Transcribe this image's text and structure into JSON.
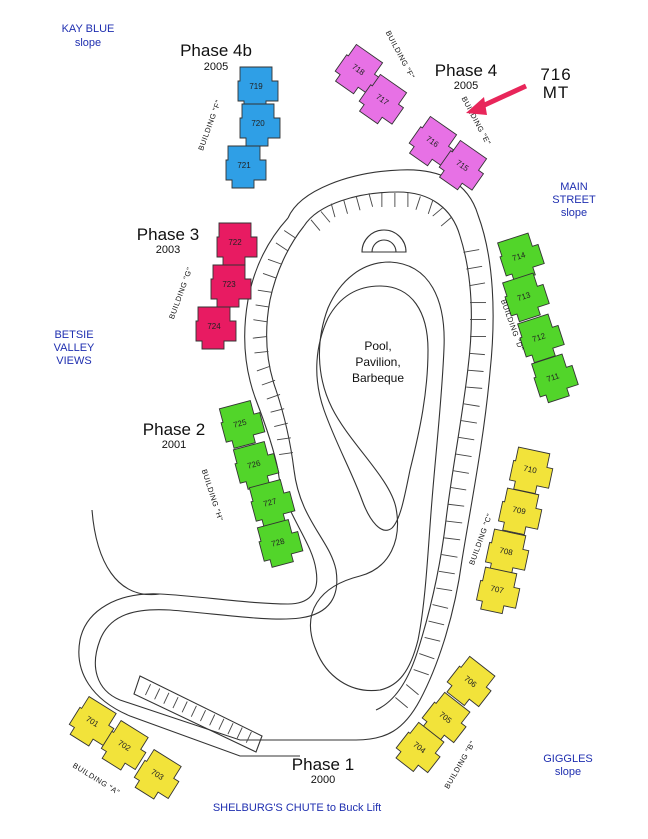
{
  "slopes": [
    {
      "id": "kay-blue",
      "lines": [
        "KAY BLUE",
        "slope"
      ]
    },
    {
      "id": "main-street",
      "lines": [
        "MAIN",
        "STREET",
        "slope"
      ]
    },
    {
      "id": "betsie-valley",
      "lines": [
        "BETSIE",
        "VALLEY",
        "VIEWS"
      ]
    },
    {
      "id": "giggles",
      "lines": [
        "GIGGLES",
        "slope"
      ]
    },
    {
      "id": "shelburgs-chute",
      "lines": [
        "SHELBURG'S CHUTE  to Buck Lift"
      ]
    }
  ],
  "phases": [
    {
      "id": "phase-4b",
      "name": "Phase 4b",
      "year": "2005"
    },
    {
      "id": "phase-4",
      "name": "Phase 4",
      "year": "2005"
    },
    {
      "id": "phase-3",
      "name": "Phase 3",
      "year": "2003"
    },
    {
      "id": "phase-2",
      "name": "Phase 2",
      "year": "2001"
    },
    {
      "id": "phase-1",
      "name": "Phase 1",
      "year": "2000"
    }
  ],
  "buildings": [
    {
      "id": "building-f-left",
      "label": "BUILDING \"F\"",
      "color": "#2f9fe6",
      "units": [
        "719",
        "720",
        "721"
      ]
    },
    {
      "id": "building-f-top",
      "label": "BUILDING \"F\"",
      "color": "#e771e5",
      "units": [
        "718",
        "717"
      ]
    },
    {
      "id": "building-e",
      "label": "BUILDING \"E\"",
      "color": "#e771e5",
      "units": [
        "716",
        "715"
      ]
    },
    {
      "id": "building-g",
      "label": "BUILDING \"G\"",
      "color": "#e81b62",
      "units": [
        "722",
        "723",
        "724"
      ]
    },
    {
      "id": "building-d",
      "label": "BUILDING \"D\"",
      "color": "#52d52a",
      "units": [
        "714",
        "713",
        "712",
        "711"
      ]
    },
    {
      "id": "building-h",
      "label": "BUILDING \"H\"",
      "color": "#52d52a",
      "units": [
        "725",
        "726",
        "727",
        "728"
      ]
    },
    {
      "id": "building-c",
      "label": "BUILDING \"C\"",
      "color": "#f2e33a",
      "units": [
        "710",
        "709",
        "708",
        "707"
      ]
    },
    {
      "id": "building-b",
      "label": "BUILDING \"B\"",
      "color": "#f2e33a",
      "units": [
        "706",
        "705",
        "704"
      ]
    },
    {
      "id": "building-a",
      "label": "BUILDING \"A\"",
      "color": "#f2e33a",
      "units": [
        "701",
        "702",
        "703"
      ]
    }
  ],
  "pool": {
    "lines": [
      "Pool,",
      "Pavilion,",
      "Barbeque"
    ]
  },
  "callout": {
    "lines": [
      "716",
      "MT"
    ],
    "arrow_color": "#e8265a"
  }
}
